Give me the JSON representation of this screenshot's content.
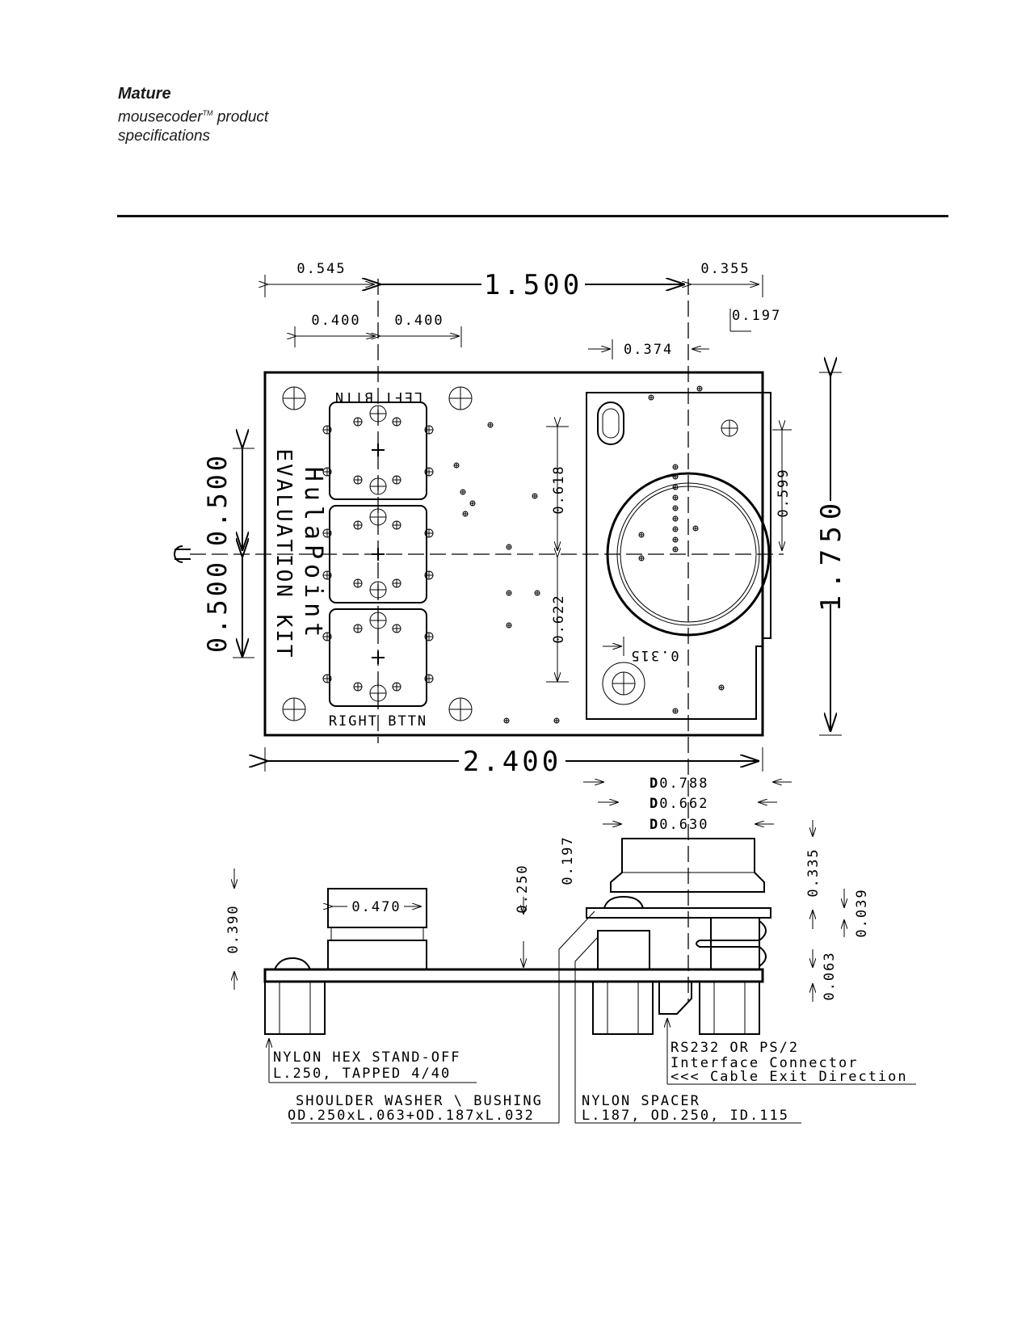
{
  "header": {
    "status": "Mature",
    "product": "mousecoder",
    "tm": "TM",
    "product_suffix": " product",
    "line2": "specifications"
  },
  "top_view": {
    "dims": {
      "d0545": "0.545",
      "d1500": "1.500",
      "d0355": "0.355",
      "d0400a": "0.400",
      "d0400b": "0.400",
      "d0197": "0.197",
      "d0374": "0.374",
      "d0500a": "0.500",
      "d0500b": "0.500",
      "d0618": "0.618",
      "d0622": "0.622",
      "d0599": "0.599",
      "d0315": "0.315",
      "d1750": "1.750",
      "d2400": "2.400"
    },
    "labels": {
      "left_btn": "LEFT BTTN",
      "right_btn": "RIGHT BTTN",
      "title1": "HulaPoint",
      "title2": "EVALUATION KIT",
      "centerline": "CL"
    }
  },
  "side_view": {
    "dims": {
      "dia0788": "0.788",
      "dia0662": "0.662",
      "dia0630": "0.630",
      "dia_symbol": "D",
      "d0197": "0.197",
      "d0250": "0.250",
      "d0390": "0.390",
      "d0470": "0.470",
      "d0335": "0.335",
      "d0039": "0.039",
      "d0063": "0.063"
    },
    "callouts": {
      "standoff1": "NYLON HEX STAND-OFF",
      "standoff2": "L.250, TAPPED 4/40",
      "washer1": "SHOULDER WASHER \\ BUSHING",
      "washer2": "OD.250xL.063+OD.187xL.032",
      "spacer1": "NYLON SPACER",
      "spacer2": "L.187, OD.250, ID.115",
      "conn1": "RS232 OR PS/2",
      "conn2": "Interface Connector",
      "conn3": "<<< Cable Exit Direction"
    }
  }
}
